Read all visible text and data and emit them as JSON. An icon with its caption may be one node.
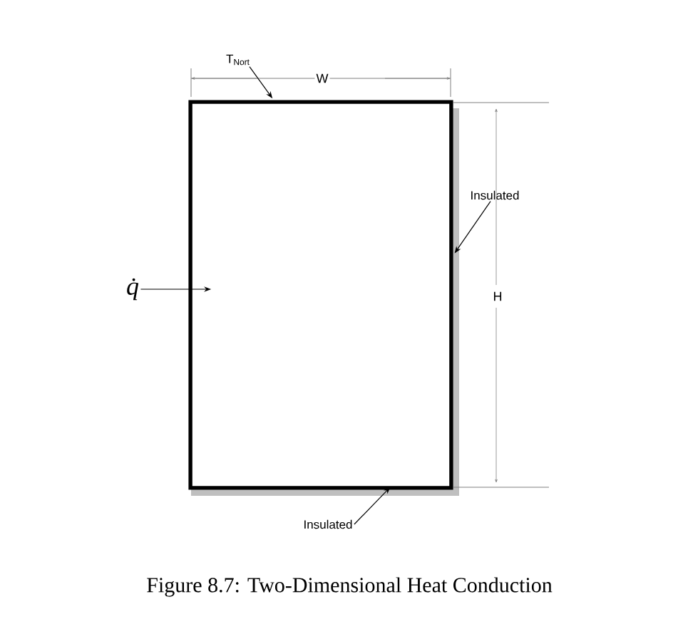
{
  "diagram": {
    "caption": "Figure 8.7: Two-Dimensional Heat Conduction",
    "nodes": [
      {
        "text": [],
        "shape": "box"
      },
      {
        "text": [
          "T$_{Nort}$"
        ]
      },
      {
        "text": [
          "Insulated"
        ]
      },
      {
        "text": [
          "Insulated"
        ]
      },
      {
        "text": [],
        "shape": "bar"
      },
      {
        "text": [],
        "shape": "bar"
      },
      {
        "text": [
          "q̇"
        ]
      }
    ],
    "edges": [
      {
        "from": 1,
        "to": 0,
        "arrow": "to"
      },
      {
        "from": 2,
        "to": 4,
        "arrow": "to"
      },
      {
        "from": 3,
        "to": 5,
        "arrow": "to"
      },
      {
        "from": 6,
        "to": 0,
        "arrow": "to"
      }
    ],
    "labels": [
      "W",
      "H"
    ]
  }
}
